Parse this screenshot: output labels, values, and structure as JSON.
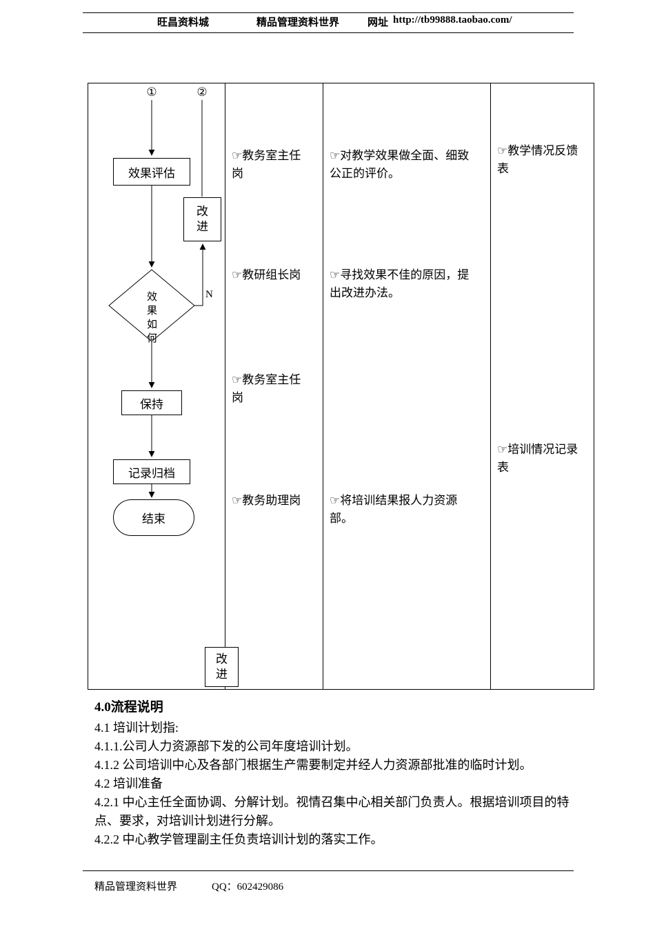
{
  "header": {
    "site1": "旺昌资料城",
    "site2": "精品管理资料世界",
    "url_label": "网址",
    "url": "http://tb99888.taobao.com/"
  },
  "flowchart": {
    "connector1": "①",
    "connector2": "②",
    "evaluate": "效果评估",
    "improve": "改进",
    "decision": "效果如何",
    "decision_no": "N",
    "keep": "保持",
    "archive": "记录归档",
    "end": "结束",
    "improve_bottom": "改进"
  },
  "table": {
    "bullet": "☞",
    "roles": [
      "教务室主任岗",
      "教研组长岗",
      "教务室主任岗",
      "教务助理岗"
    ],
    "descriptions": [
      "对教学效果做全面、细致公正的评价。",
      "寻找效果不佳的原因，提出改进办法。",
      "将培训结果报人力资源部。"
    ],
    "documents": [
      "教学情况反馈表",
      "培训情况记录表"
    ]
  },
  "section": {
    "title": "4.0流程说明",
    "items": [
      "4.1 培训计划指:",
      "4.1.1.公司人力资源部下发的公司年度培训计划。",
      "4.1.2 公司培训中心及各部门根据生产需要制定并经人力资源部批准的临时计划。",
      "4.2 培训准备",
      "4.2.1 中心主任全面协调、分解计划。视情召集中心相关部门负责人。根据培训项目的特点、要求，对培训计划进行分解。",
      "4.2.2 中心教学管理副主任负责培训计划的落实工作。"
    ]
  },
  "footer": {
    "site": "精品管理资料世界",
    "qq": "QQ：602429086"
  }
}
